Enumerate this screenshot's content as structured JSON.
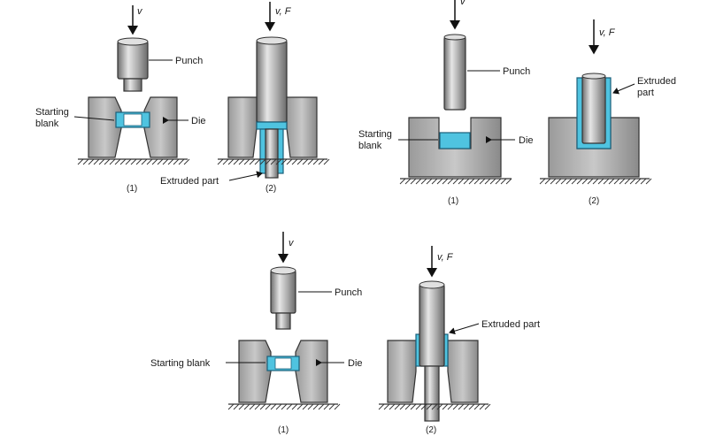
{
  "labels": {
    "punch": "Punch",
    "die": "Die",
    "starting_blank_line1": "Starting",
    "starting_blank_line2": "blank",
    "starting_blank": "Starting blank",
    "extruded_part": "Extruded part",
    "extruded_line1": "Extruded",
    "extruded_line2": "part",
    "v": "v",
    "vF": "v, F",
    "step1": "(1)",
    "step2": "(2)"
  },
  "colors": {
    "blank": "#4fc3e0",
    "metal_light": "#d8d8d8",
    "metal_dark": "#7a7a7a"
  }
}
